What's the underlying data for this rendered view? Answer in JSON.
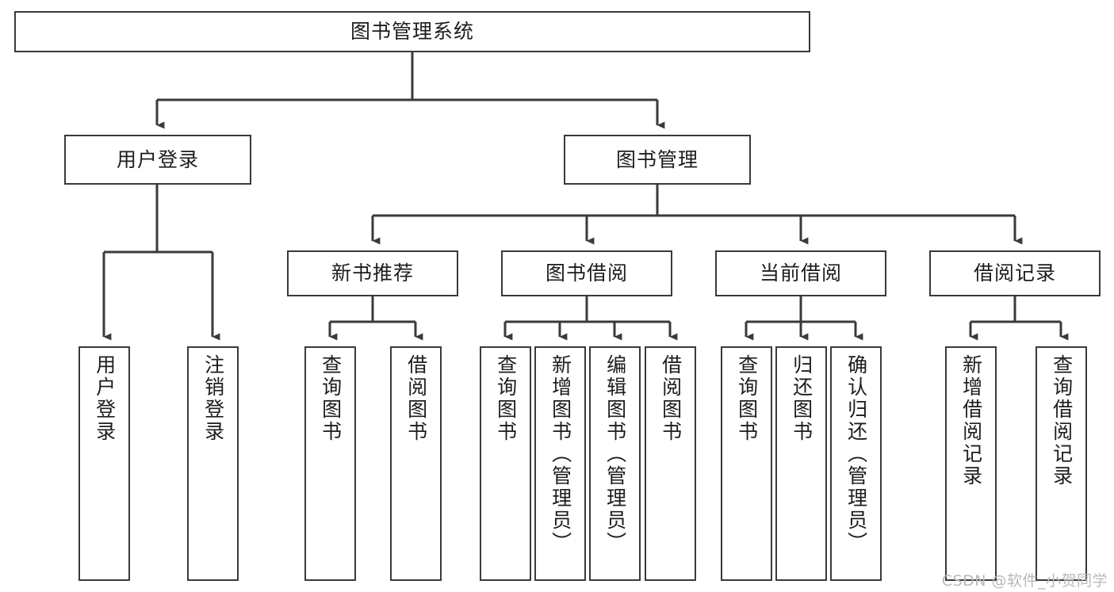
{
  "diagram": {
    "title": "图书管理系统",
    "type": "tree-hierarchy-chart",
    "watermark": "CSDN @软件_小贺同学",
    "colors": {
      "box_border": "#3a3a3a",
      "box_fill": "#ffffff",
      "connector": "#3a3a3a",
      "text": "#1d1d1d",
      "watermark": "#b9b9b9",
      "background": "#ffffff"
    },
    "levels": {
      "root": {
        "label": "图书管理系统"
      },
      "level2": [
        {
          "id": "user-login",
          "label": "用户登录"
        },
        {
          "id": "book-management",
          "label": "图书管理"
        }
      ],
      "level3": [
        {
          "id": "new-book-recommend",
          "label": "新书推荐",
          "parent": "book-management"
        },
        {
          "id": "book-borrow",
          "label": "图书借阅",
          "parent": "book-management"
        },
        {
          "id": "current-borrow",
          "label": "当前借阅",
          "parent": "book-management"
        },
        {
          "id": "borrow-record",
          "label": "借阅记录",
          "parent": "book-management"
        }
      ],
      "leaves": {
        "user-login": [
          {
            "id": "leaf-user-login",
            "label": "用户登录"
          },
          {
            "id": "leaf-user-logout",
            "label": "注销登录"
          }
        ],
        "new-book-recommend": [
          {
            "id": "leaf-query-book-1",
            "label": "查询图书"
          },
          {
            "id": "leaf-borrow-book-1",
            "label": "借阅图书"
          }
        ],
        "book-borrow": [
          {
            "id": "leaf-query-book-2",
            "label": "查询图书"
          },
          {
            "id": "leaf-add-book",
            "label": "新增图书（管理员）"
          },
          {
            "id": "leaf-edit-book",
            "label": "编辑图书（管理员）"
          },
          {
            "id": "leaf-borrow-book-2",
            "label": "借阅图书"
          }
        ],
        "current-borrow": [
          {
            "id": "leaf-query-book-3",
            "label": "查询图书"
          },
          {
            "id": "leaf-return-book",
            "label": "归还图书"
          },
          {
            "id": "leaf-confirm-return",
            "label": "确认归还（管理员）"
          }
        ],
        "borrow-record": [
          {
            "id": "leaf-add-record",
            "label": "新增借阅记录"
          },
          {
            "id": "leaf-query-record",
            "label": "查询借阅记录"
          }
        ]
      }
    }
  }
}
